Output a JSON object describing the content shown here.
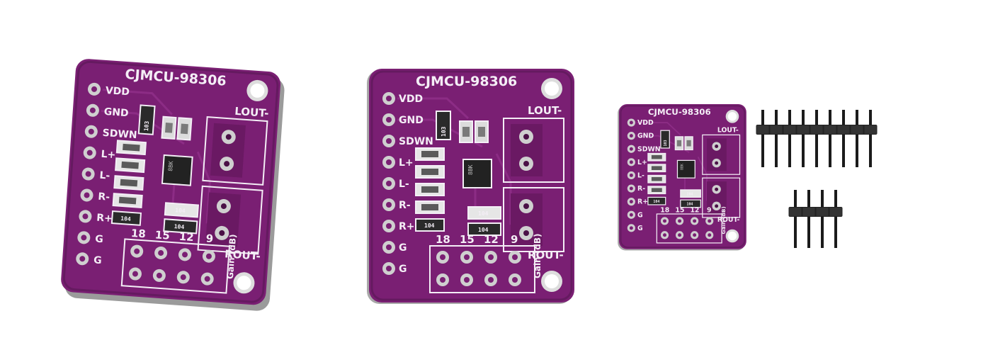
{
  "scene": {
    "description_colors": {
      "background": "#ffffff",
      "pcb": "#7a1f73",
      "pcb_dark": "#5e1759",
      "silkscreen": "#f4eef6",
      "pad": "#c9c9c9",
      "pin": "#1b1b1b"
    }
  },
  "board": {
    "title": "CJMCU-98306",
    "pins": [
      "VDD",
      "GND",
      "SDWN",
      "L+",
      "L-",
      "R-",
      "R+",
      "G",
      "G"
    ],
    "outputs": {
      "left": "LOUT-",
      "right": "ROUT-"
    },
    "gain_values": [
      "18",
      "15",
      "12",
      "9"
    ],
    "gain_label": "Gain (dB)",
    "resistor_codes": [
      "103",
      "104",
      "104",
      "104"
    ],
    "chip_marking": "8BK"
  },
  "headers": {
    "long_pins": 9,
    "short_pins": 4
  }
}
